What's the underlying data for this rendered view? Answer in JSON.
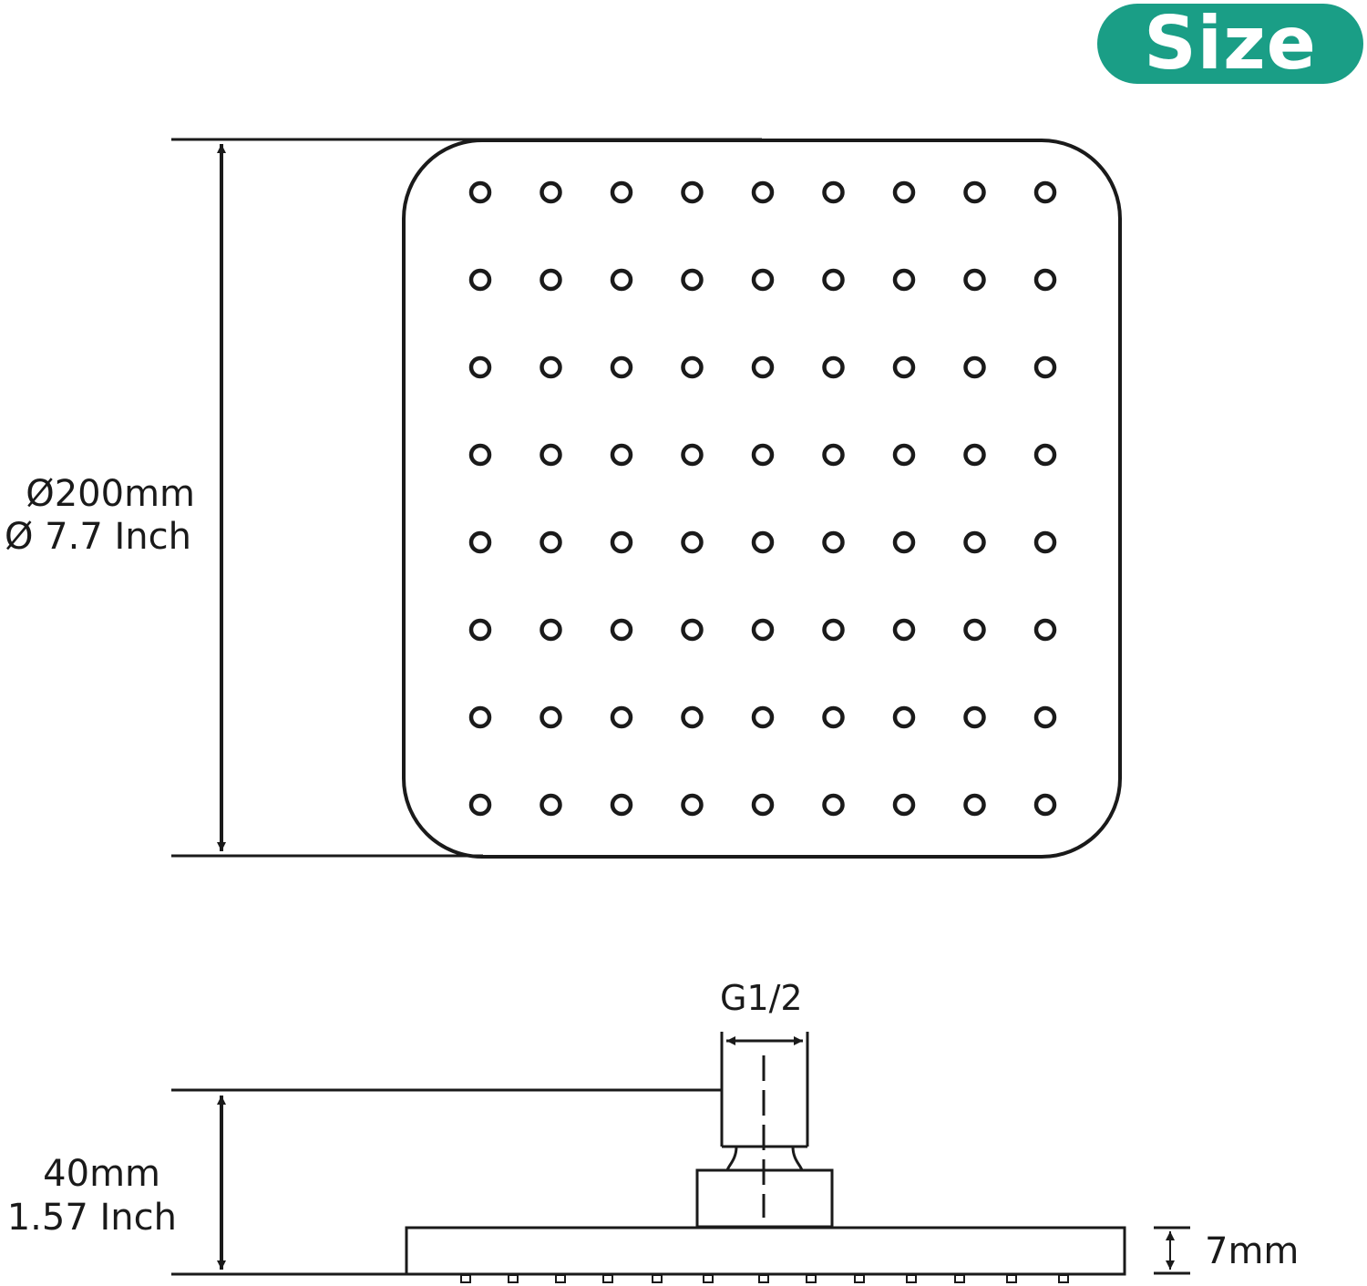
{
  "badge": {
    "label": "Size",
    "color": "#1a9e86"
  },
  "top_view": {
    "height_mm": "Ø200mm",
    "height_inch": "Ø 7.7 Inch",
    "nozzle_rows": 8,
    "nozzle_columns": 9
  },
  "side_view": {
    "connector_label": "G1/2",
    "height_mm": "40mm",
    "height_inch": "1.57 Inch",
    "plate_thickness": "7mm"
  }
}
